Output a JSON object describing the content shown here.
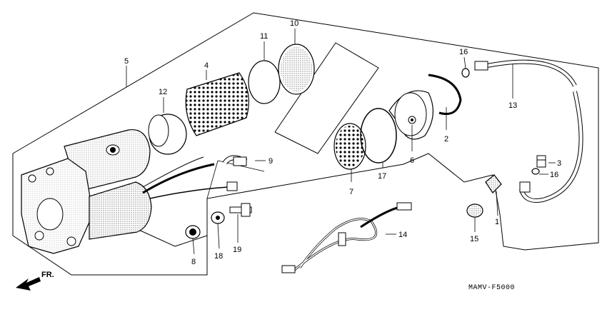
{
  "labels": {
    "p1": "1",
    "p2": "2",
    "p3": "3",
    "p4": "4",
    "p5": "5",
    "p6": "6",
    "p7": "7",
    "p8": "8",
    "p9": "9",
    "p10": "10",
    "p11": "11",
    "p12": "12",
    "p13": "13",
    "p14": "14",
    "p15": "15",
    "p16a": "16",
    "p16b": "16",
    "p17": "17",
    "p18": "18",
    "p19": "19"
  },
  "front_marker": "FR.",
  "diagram_code": "MAMV-F5000",
  "colors": {
    "ink": "#000000",
    "paper": "#ffffff",
    "shade": "#555555"
  }
}
